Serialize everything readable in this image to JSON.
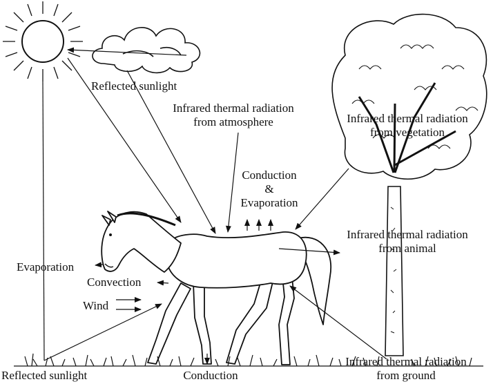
{
  "labels": {
    "reflected_sunlight_top": "Reflected sunlight",
    "ir_atmosphere_1": "Infrared thermal radiation",
    "ir_atmosphere_2": "from atmosphere",
    "ir_vegetation_1": "Infrared thermal radiation",
    "ir_vegetation_2": "from vegetation",
    "conduction_evap_1": "Conduction",
    "conduction_evap_2": "&",
    "conduction_evap_3": "Evaporation",
    "ir_animal_1": "Infrared thermal radiation",
    "ir_animal_2": "from animal",
    "evaporation": "Evaporation",
    "convection": "Convection",
    "wind": "Wind",
    "reflected_sunlight_bottom": "Reflected sunlight",
    "conduction_bottom": "Conduction",
    "ir_ground_1": "Infrared thermal radiation",
    "ir_ground_2": "from ground"
  },
  "colors": {
    "ink": "#111111",
    "background": "#ffffff"
  },
  "icons": {
    "sun": "sun-icon",
    "cloud": "cloud-icon",
    "tree": "tree-icon",
    "horse": "horse-icon"
  }
}
